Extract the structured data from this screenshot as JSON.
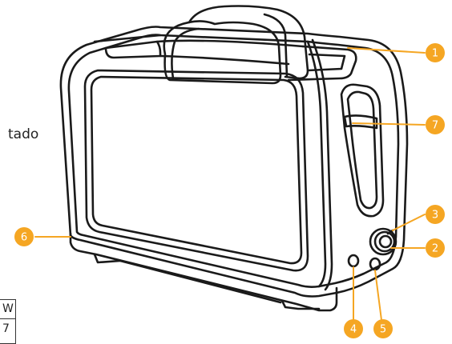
{
  "callout_color": "#f5a623",
  "line_color": "#1a1a1a",
  "text_fragments": {
    "label_partial": "tado",
    "table_cell_top": "W",
    "table_cell_bottom": "7"
  },
  "callouts": [
    {
      "number": "1",
      "part": "bread-slot"
    },
    {
      "number": "2",
      "part": "browning-dial"
    },
    {
      "number": "3",
      "part": "dial-indicator"
    },
    {
      "number": "4",
      "part": "cancel-button"
    },
    {
      "number": "5",
      "part": "reheat-button"
    },
    {
      "number": "6",
      "part": "crumb-tray"
    },
    {
      "number": "7",
      "part": "lever"
    }
  ]
}
